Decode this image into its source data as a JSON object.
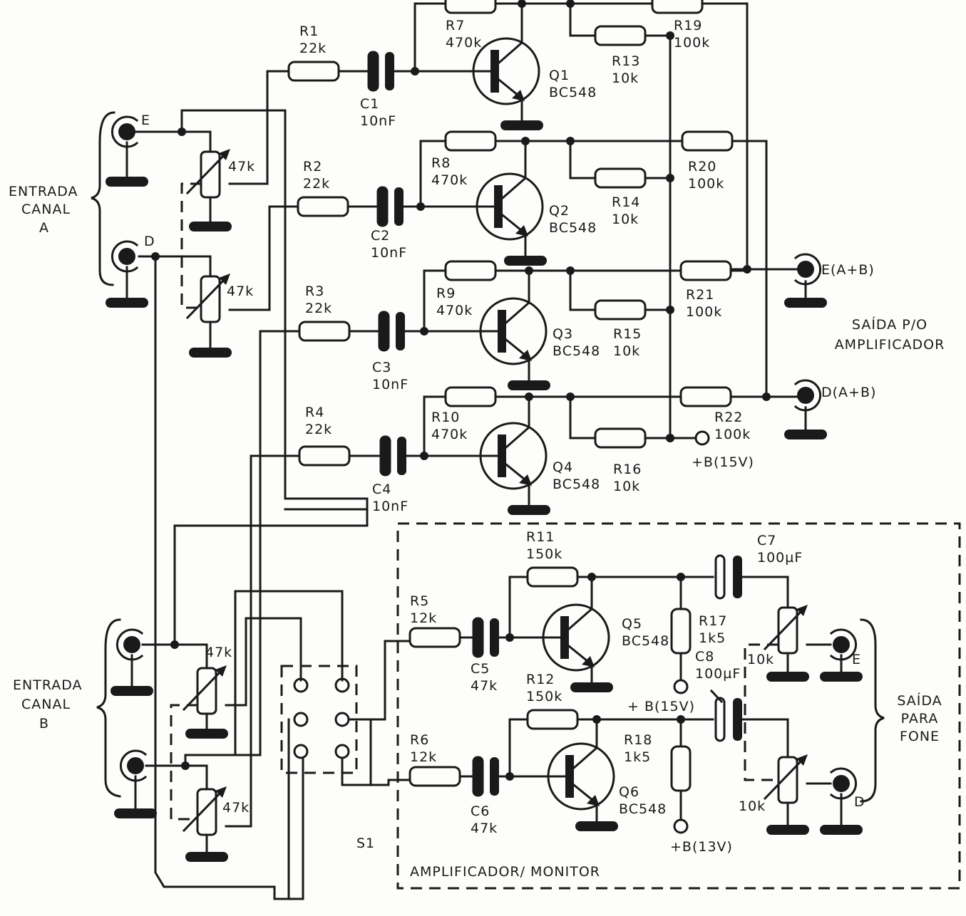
{
  "components": {
    "R1": {
      "name": "R1",
      "value": "22k"
    },
    "R2": {
      "name": "R2",
      "value": "22k"
    },
    "R3": {
      "name": "R3",
      "value": "22k"
    },
    "R4": {
      "name": "R4",
      "value": "22k"
    },
    "R5": {
      "name": "R5",
      "value": "12k"
    },
    "R6": {
      "name": "R6",
      "value": "12k"
    },
    "R7": {
      "name": "R7",
      "value": "470k"
    },
    "R8": {
      "name": "R8",
      "value": "470k"
    },
    "R9": {
      "name": "R9",
      "value": "470k"
    },
    "R10": {
      "name": "R10",
      "value": "470k"
    },
    "R11": {
      "name": "R11",
      "value": "150k"
    },
    "R12": {
      "name": "R12",
      "value": "150k"
    },
    "R13": {
      "name": "R13",
      "value": "10k"
    },
    "R14": {
      "name": "R14",
      "value": "10k"
    },
    "R15": {
      "name": "R15",
      "value": "10k"
    },
    "R16": {
      "name": "R16",
      "value": "10k"
    },
    "R17": {
      "name": "R17",
      "value": "1k5"
    },
    "R18": {
      "name": "R18",
      "value": "1k5"
    },
    "R19": {
      "name": "R19",
      "value": "100k"
    },
    "R20": {
      "name": "R20",
      "value": "100k"
    },
    "R21": {
      "name": "R21",
      "value": "100k"
    },
    "R22": {
      "name": "R22",
      "value": "100k"
    },
    "C1": {
      "name": "C1",
      "value": "10nF"
    },
    "C2": {
      "name": "C2",
      "value": "10nF"
    },
    "C3": {
      "name": "C3",
      "value": "10nF"
    },
    "C4": {
      "name": "C4",
      "value": "10nF"
    },
    "C5": {
      "name": "C5",
      "value": "47k"
    },
    "C6": {
      "name": "C6",
      "value": "47k"
    },
    "C7": {
      "name": "C7",
      "value": "100µF"
    },
    "C8": {
      "name": "C8",
      "value": "100µF"
    },
    "Q1": {
      "name": "Q1",
      "value": "BC548"
    },
    "Q2": {
      "name": "Q2",
      "value": "BC548"
    },
    "Q3": {
      "name": "Q3",
      "value": "BC548"
    },
    "Q4": {
      "name": "Q4",
      "value": "BC548"
    },
    "Q5": {
      "name": "Q5",
      "value": "BC548"
    },
    "Q6": {
      "name": "Q6",
      "value": "BC548"
    }
  },
  "pots": {
    "PA1": "47k",
    "PA2": "47k",
    "PB1": "47k",
    "PB2": "47k",
    "PF1": "10k",
    "PF2": "10k"
  },
  "labels": {
    "input_a": [
      "ENTRADA",
      "CANAL",
      "A"
    ],
    "input_b": [
      "ENTRADA",
      "CANAL",
      "B"
    ],
    "jack_a_e": "E",
    "jack_a_d": "D",
    "out_e": "E(A+B)",
    "out_d": "D(A+B)",
    "out_amp": [
      "SAÍDA P/O",
      "AMPLIFICADOR"
    ],
    "supply_main": "+B(15V)",
    "supply_mon1": "+ B(15V)",
    "supply_mon2": "+B(13V)",
    "switch": "S1",
    "monitor_box": "AMPLIFICADOR/ MONITOR",
    "phone": [
      "SAÍDA",
      "PARA",
      "FONE"
    ],
    "phone_e": "E",
    "phone_d": "D"
  }
}
